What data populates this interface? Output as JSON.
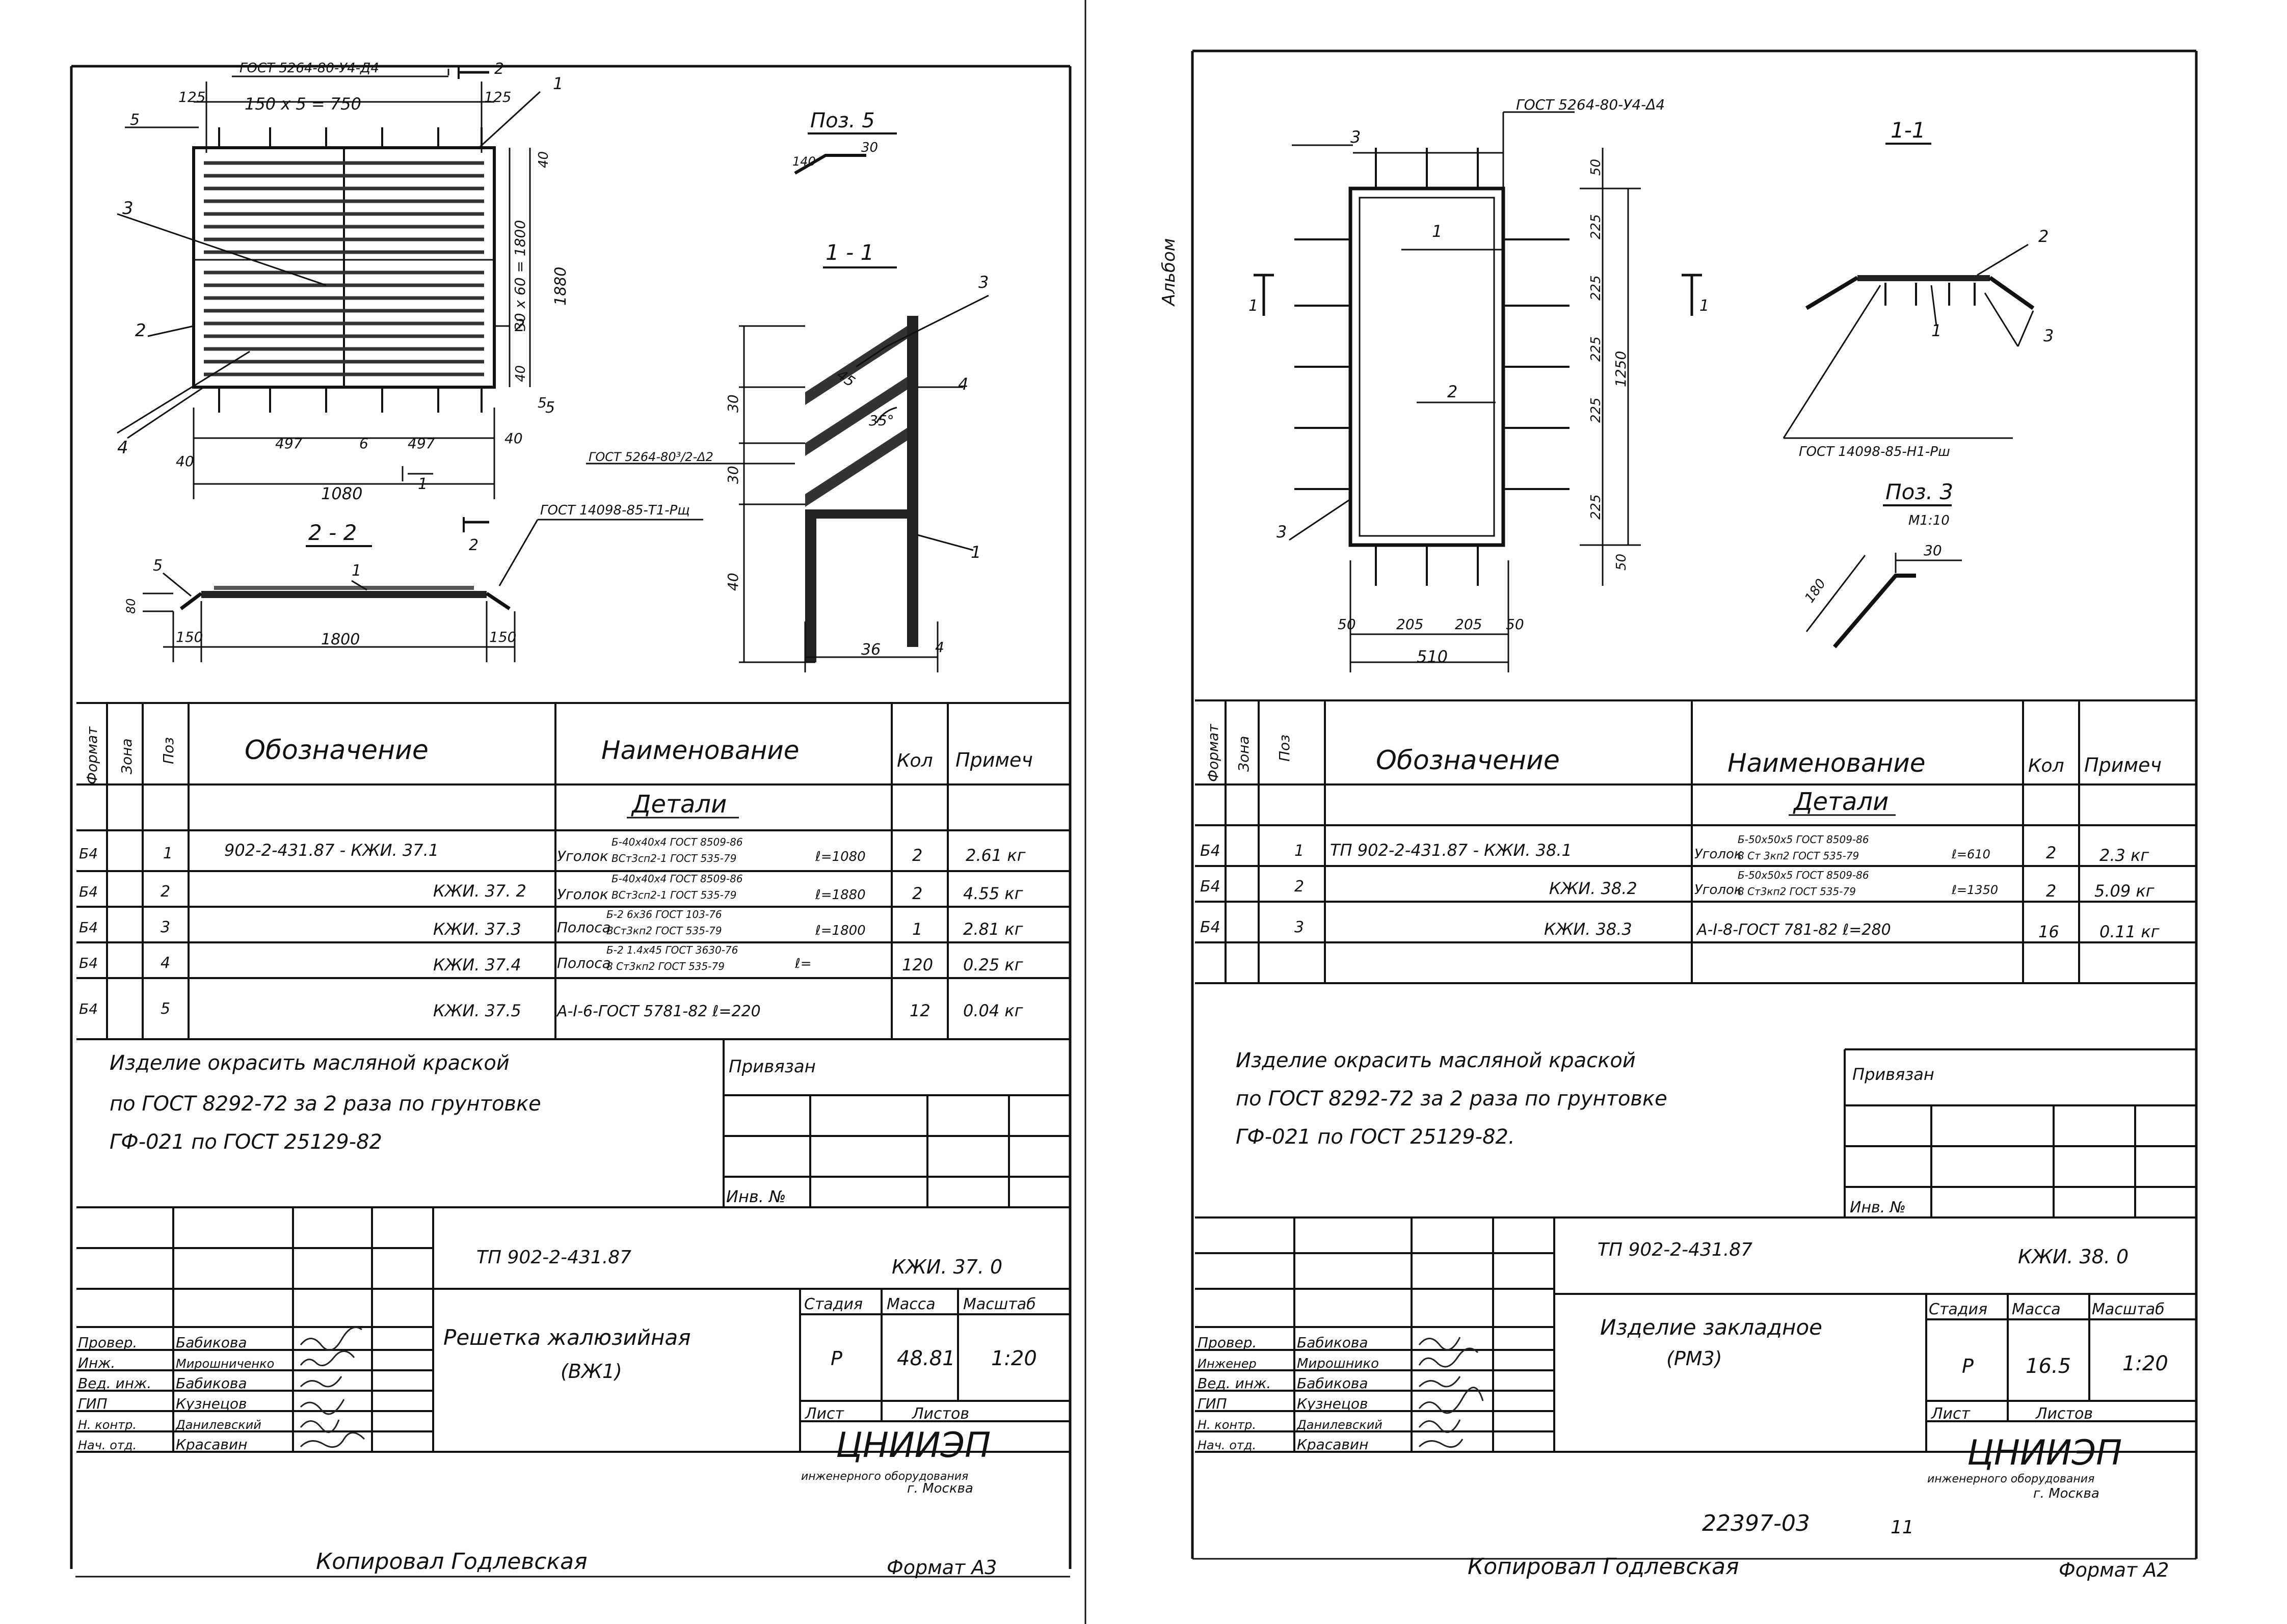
{
  "left": {
    "drawing": {
      "top_gost": "ГОСТ 5264-80-У4-Д4",
      "top_ref": "2",
      "dim_125_left": "125",
      "dim_150x5": "150 х 5 = 750",
      "dim_125_right": "125",
      "dim_5_left": "5",
      "ref_1": "1",
      "ref_3": "3",
      "ref_2": "2",
      "ref_2_right": "2",
      "ref_4": "4",
      "ref_5": "5",
      "dim_40_top": "40",
      "dim_30x60": "30 х 60 = 1800",
      "dim_1880": "1880",
      "dim_40_bottom": "40",
      "dim_5_right": "5",
      "dim_40_left": "40",
      "dim_497a": "497",
      "dim_6": "6",
      "dim_497b": "497",
      "dim_40_right": "40",
      "dim_1080": "1080",
      "section_1_mark": "1",
      "pos5_title": "Поз. 5",
      "pos5_dim_a": "140",
      "pos5_dim_b": "30",
      "sec11_title": "1 - 1",
      "sec11_ref3": "3",
      "sec11_ref4": "4",
      "sec11_ref1": "1",
      "sec11_45": "45",
      "sec11_35": "35°",
      "sec11_30a": "30",
      "sec11_30b": "30",
      "sec11_40": "40",
      "sec11_36": "36",
      "sec11_4": "4",
      "sec11_gost": "ГОСТ 5264-80³/2-Δ2",
      "sec22_gost": "ГОСТ 14098-85-Т1-Рщ",
      "sec22_title": "2 - 2",
      "sec22_mark": "2",
      "sec22_ref1": "1",
      "sec22_ref5": "5",
      "sec22_80": "80",
      "sec22_150a": "150",
      "sec22_1800": "1800",
      "sec22_150b": "150"
    },
    "table": {
      "h_format": "Формат",
      "h_zone": "Зона",
      "h_pos": "Поз",
      "h_designation": "Обозначение",
      "h_name": "Наименование",
      "h_qty": "Кол",
      "h_note": "Примеч",
      "section": "Детали",
      "rows": [
        {
          "fmt": "Б4",
          "pos": "1",
          "des": "902-2-431.87    -  КЖИ. 37.1",
          "name_a": "Уголок",
          "name_b": "Б-40х40х4 ГОСТ 8509-86",
          "name_c": "ВСт3сп2-1 ГОСТ 535-79",
          "name_d": "ℓ=1080",
          "qty": "2",
          "note": "2.61 кг"
        },
        {
          "fmt": "Б4",
          "pos": "2",
          "des": "КЖИ. 37. 2",
          "name_a": "Уголок",
          "name_b": "Б-40х40х4 ГОСТ 8509-86",
          "name_c": "ВСт3сп2-1 ГОСТ 535-79",
          "name_d": "ℓ=1880",
          "qty": "2",
          "note": "4.55 кг"
        },
        {
          "fmt": "Б4",
          "pos": "3",
          "des": "КЖИ. 37.3",
          "name_a": "Полоса",
          "name_b": "Б-2 6х36 ГОСТ 103-76",
          "name_c": "ВСт3кп2 ГОСТ 535-79",
          "name_d": "ℓ=1800",
          "qty": "1",
          "note": "2.81 кг"
        },
        {
          "fmt": "Б4",
          "pos": "4",
          "des": "КЖИ. 37.4",
          "name_a": "Полоса",
          "name_b": "Б-2 1.4х45 ГОСТ 3630-76",
          "name_c": "8 Ст3кп2 ГОСТ 535-79",
          "name_d": "ℓ=",
          "qty": "120",
          "note": "0.25 кг"
        },
        {
          "fmt": "Б4",
          "pos": "5",
          "des": "КЖИ. 37.5",
          "name_a": "А-I-6-ГОСТ 5781-82  ℓ=220",
          "name_b": "",
          "name_c": "",
          "name_d": "",
          "qty": "12",
          "note": "0.04 кг"
        }
      ]
    },
    "note_lines": [
      "Изделие окрасить масляной краской",
      "по ГОСТ 8292-72 за 2 раза по грунтовке",
      "ГФ-021 по ГОСТ 25129-82"
    ],
    "linked": "Привязан",
    "inv": "Инв. №",
    "stamp": {
      "project": "ТП 902-2-431.87",
      "code": "КЖИ. 37. 0",
      "title_a": "Решетка жалюзийная",
      "title_b": "(ВЖ1)",
      "h_stage": "Стадия",
      "h_mass": "Масса",
      "h_scale": "Масштаб",
      "stage": "Р",
      "mass": "48.81",
      "scale": "1:20",
      "sheet": "Лист",
      "sheets": "Листов",
      "org": "ЦНИИЭП",
      "org2": "инженерного оборудования",
      "city": "г. Москва",
      "signers": [
        {
          "role": "Провер.",
          "name": "Бабикова"
        },
        {
          "role": "Инж.",
          "name": "Мирошниченко"
        },
        {
          "role": "Вед. инж.",
          "name": "Бабикова"
        },
        {
          "role": "ГИП",
          "name": "Кузнецов"
        },
        {
          "role": "Н. контр.",
          "name": "Данилевский"
        },
        {
          "role": "Нач. отд.",
          "name": "Красавин"
        }
      ]
    },
    "copied": "Копировал   Годлевская",
    "format": "Формат А3"
  },
  "right": {
    "album": "Альбом",
    "drawing": {
      "top_gost": "ГОСТ 5264-80-У4-Δ4",
      "ref_3_top": "3",
      "ref_1": "1",
      "ref_2": "2",
      "ref_3": "3",
      "dim_50_top": "50",
      "dim_225_1": "225",
      "dim_225_2": "225",
      "dim_225_3": "225",
      "dim_225_4": "225",
      "dim_225_5": "225",
      "dim_1250": "1250",
      "dim_50_bottom": "50",
      "mark_1_left": "1",
      "mark_1_right": "1",
      "dim_50a": "50",
      "dim_205a": "205",
      "dim_205b": "205",
      "dim_50b": "50",
      "dim_510": "510",
      "sec11_title": "1-1",
      "sec11_ref2": "2",
      "sec11_ref1": "1",
      "sec11_ref3": "3",
      "sec11_gost": "ГОСТ 14098-85-Н1-Рш",
      "pos3_title": "Поз. 3",
      "pos3_scale": "М1:10",
      "pos3_180": "180",
      "pos3_30": "30"
    },
    "table": {
      "h_format": "Формат",
      "h_zone": "Зона",
      "h_pos": "Поз",
      "h_designation": "Обозначение",
      "h_name": "Наименование",
      "h_qty": "Кол",
      "h_note": "Примеч",
      "section": "Детали",
      "rows": [
        {
          "fmt": "Б4",
          "pos": "1",
          "des": "ТП  902-2-431.87  -  КЖИ. 38.1",
          "name_a": "Уголок",
          "name_b": "Б-50х50х5 ГОСТ 8509-86",
          "name_c": "8 Ст 3кп2 ГОСТ 535-79",
          "name_d": "ℓ=610",
          "qty": "2",
          "note": "2.3 кг"
        },
        {
          "fmt": "Б4",
          "pos": "2",
          "des": "КЖИ. 38.2",
          "name_a": "Уголок",
          "name_b": "Б-50х50х5 ГОСТ 8509-86",
          "name_c": "8 Ст3кп2 ГОСТ 535-79",
          "name_d": "ℓ=1350",
          "qty": "2",
          "note": "5.09 кг"
        },
        {
          "fmt": "Б4",
          "pos": "3",
          "des": "КЖИ. 38.3",
          "name_a": "А-I-8-ГОСТ 781-82  ℓ=280",
          "name_b": "",
          "name_c": "",
          "name_d": "",
          "qty": "16",
          "note": "0.11 кг"
        }
      ]
    },
    "note_lines": [
      "Изделие окрасить масляной краской",
      "по ГОСТ 8292-72 за 2 раза по грунтовке",
      "ГФ-021 по ГОСТ 25129-82."
    ],
    "linked": "Привязан",
    "inv": "Инв. №",
    "stamp": {
      "project": "ТП 902-2-431.87",
      "code": "КЖИ. 38. 0",
      "title_a": "Изделие закладное",
      "title_b": "(РМ3)",
      "h_stage": "Стадия",
      "h_mass": "Масса",
      "h_scale": "Масштаб",
      "stage": "Р",
      "mass": "16.5",
      "scale": "1:20",
      "sheet": "Лист",
      "sheets": "Листов",
      "org": "ЦНИИЭП",
      "org2": "инженерного оборудования",
      "city": "г. Москва",
      "signers": [
        {
          "role": "Провер.",
          "name": "Бабикова"
        },
        {
          "role": "Инженер",
          "name": "Мирошнико"
        },
        {
          "role": "Вед. инж.",
          "name": "Бабикова"
        },
        {
          "role": "ГИП",
          "name": "Кузнецов"
        },
        {
          "role": "Н. контр.",
          "name": "Данилевский"
        },
        {
          "role": "Нач. отд.",
          "name": "Красавин"
        }
      ]
    },
    "doc_number": "22397-03",
    "page": "11",
    "copied": "Копировал   Годлевская",
    "format": "Формат А2"
  }
}
